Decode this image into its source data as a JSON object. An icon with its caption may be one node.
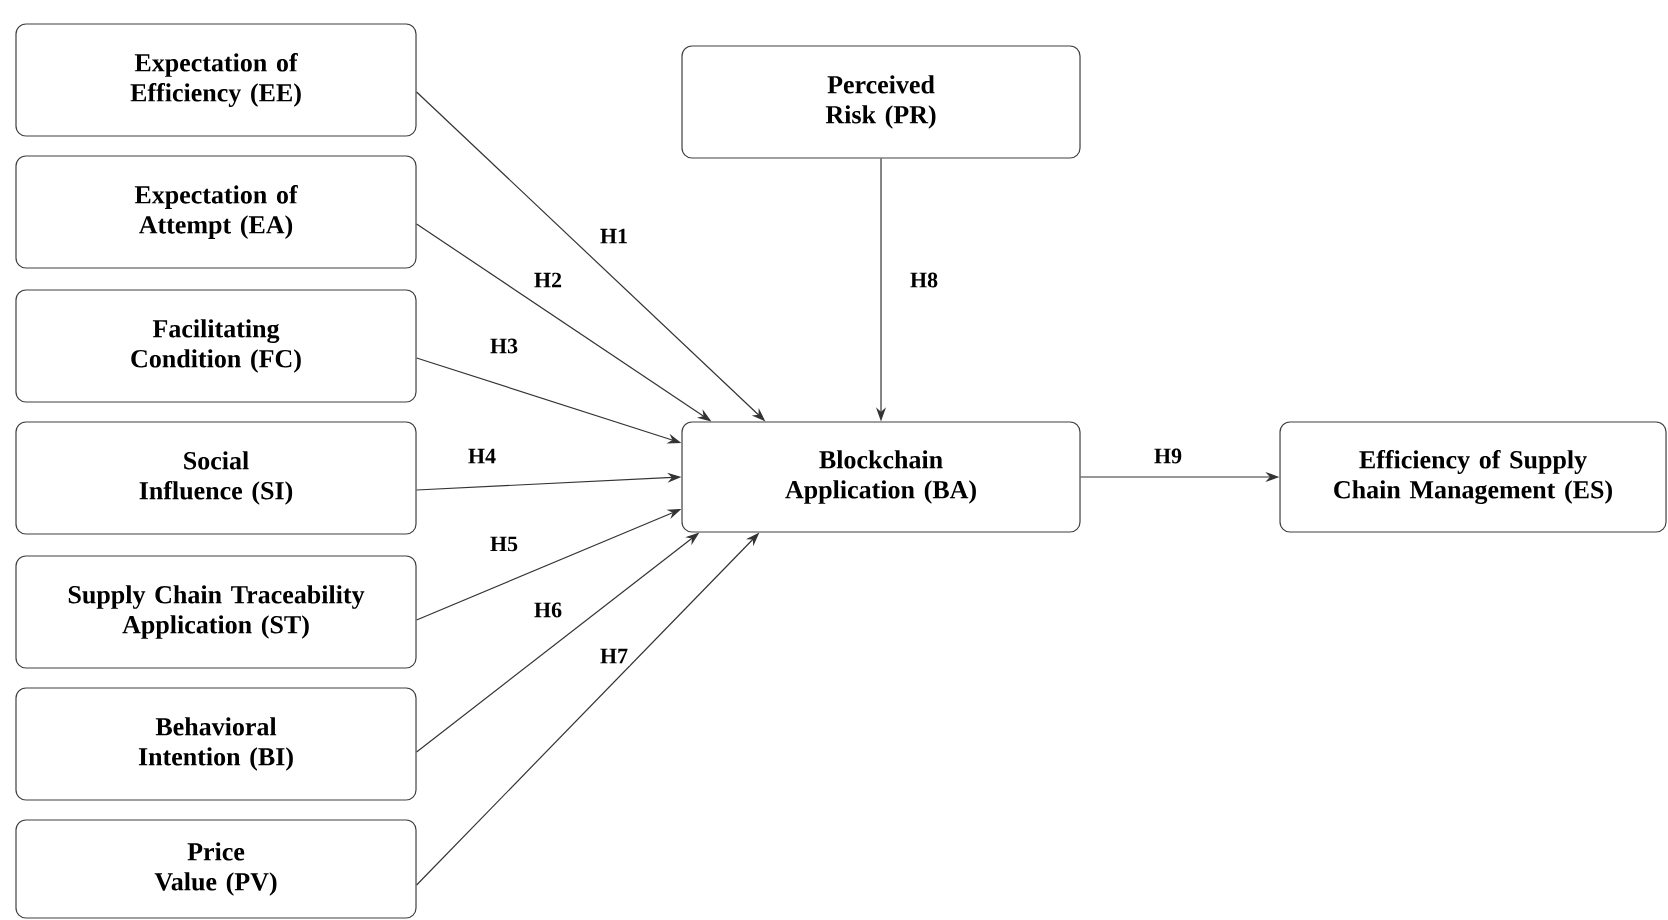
{
  "diagram": {
    "nodes": [
      {
        "text": [
          "Expectation of Efficiency (EE)"
        ]
      },
      {
        "text": [
          "Expectation of Attempt (EA)"
        ]
      },
      {
        "text": [
          "Facilitating Condition (FC)"
        ]
      },
      {
        "text": [
          "Social Influence (SI)"
        ]
      },
      {
        "text": [
          "Supply Chain Traceability Application (ST)"
        ]
      },
      {
        "text": [
          "Behavioral Intention (BI)"
        ]
      },
      {
        "text": [
          "Price Value (PV)"
        ]
      },
      {
        "text": [
          "Perceived Risk (PR)"
        ]
      },
      {
        "text": [
          "Blockchain Application (BA)"
        ]
      },
      {
        "text": [
          "Efficiency of Supply Chain Management (ES)"
        ]
      }
    ],
    "edges": [
      {
        "from": 0,
        "to": 8,
        "arrow": "to",
        "label": "H1"
      },
      {
        "from": 1,
        "to": 8,
        "arrow": "to",
        "label": "H2"
      },
      {
        "from": 2,
        "to": 8,
        "arrow": "to",
        "label": "H3"
      },
      {
        "from": 3,
        "to": 8,
        "arrow": "to",
        "label": "H4"
      },
      {
        "from": 4,
        "to": 8,
        "arrow": "to",
        "label": "H5"
      },
      {
        "from": 5,
        "to": 8,
        "arrow": "to",
        "label": "H6"
      },
      {
        "from": 6,
        "to": 8,
        "arrow": "to",
        "label": "H7"
      },
      {
        "from": 7,
        "to": 8,
        "arrow": "to",
        "label": "H8"
      },
      {
        "from": 8,
        "to": 9,
        "arrow": "to",
        "label": "H9"
      }
    ]
  }
}
